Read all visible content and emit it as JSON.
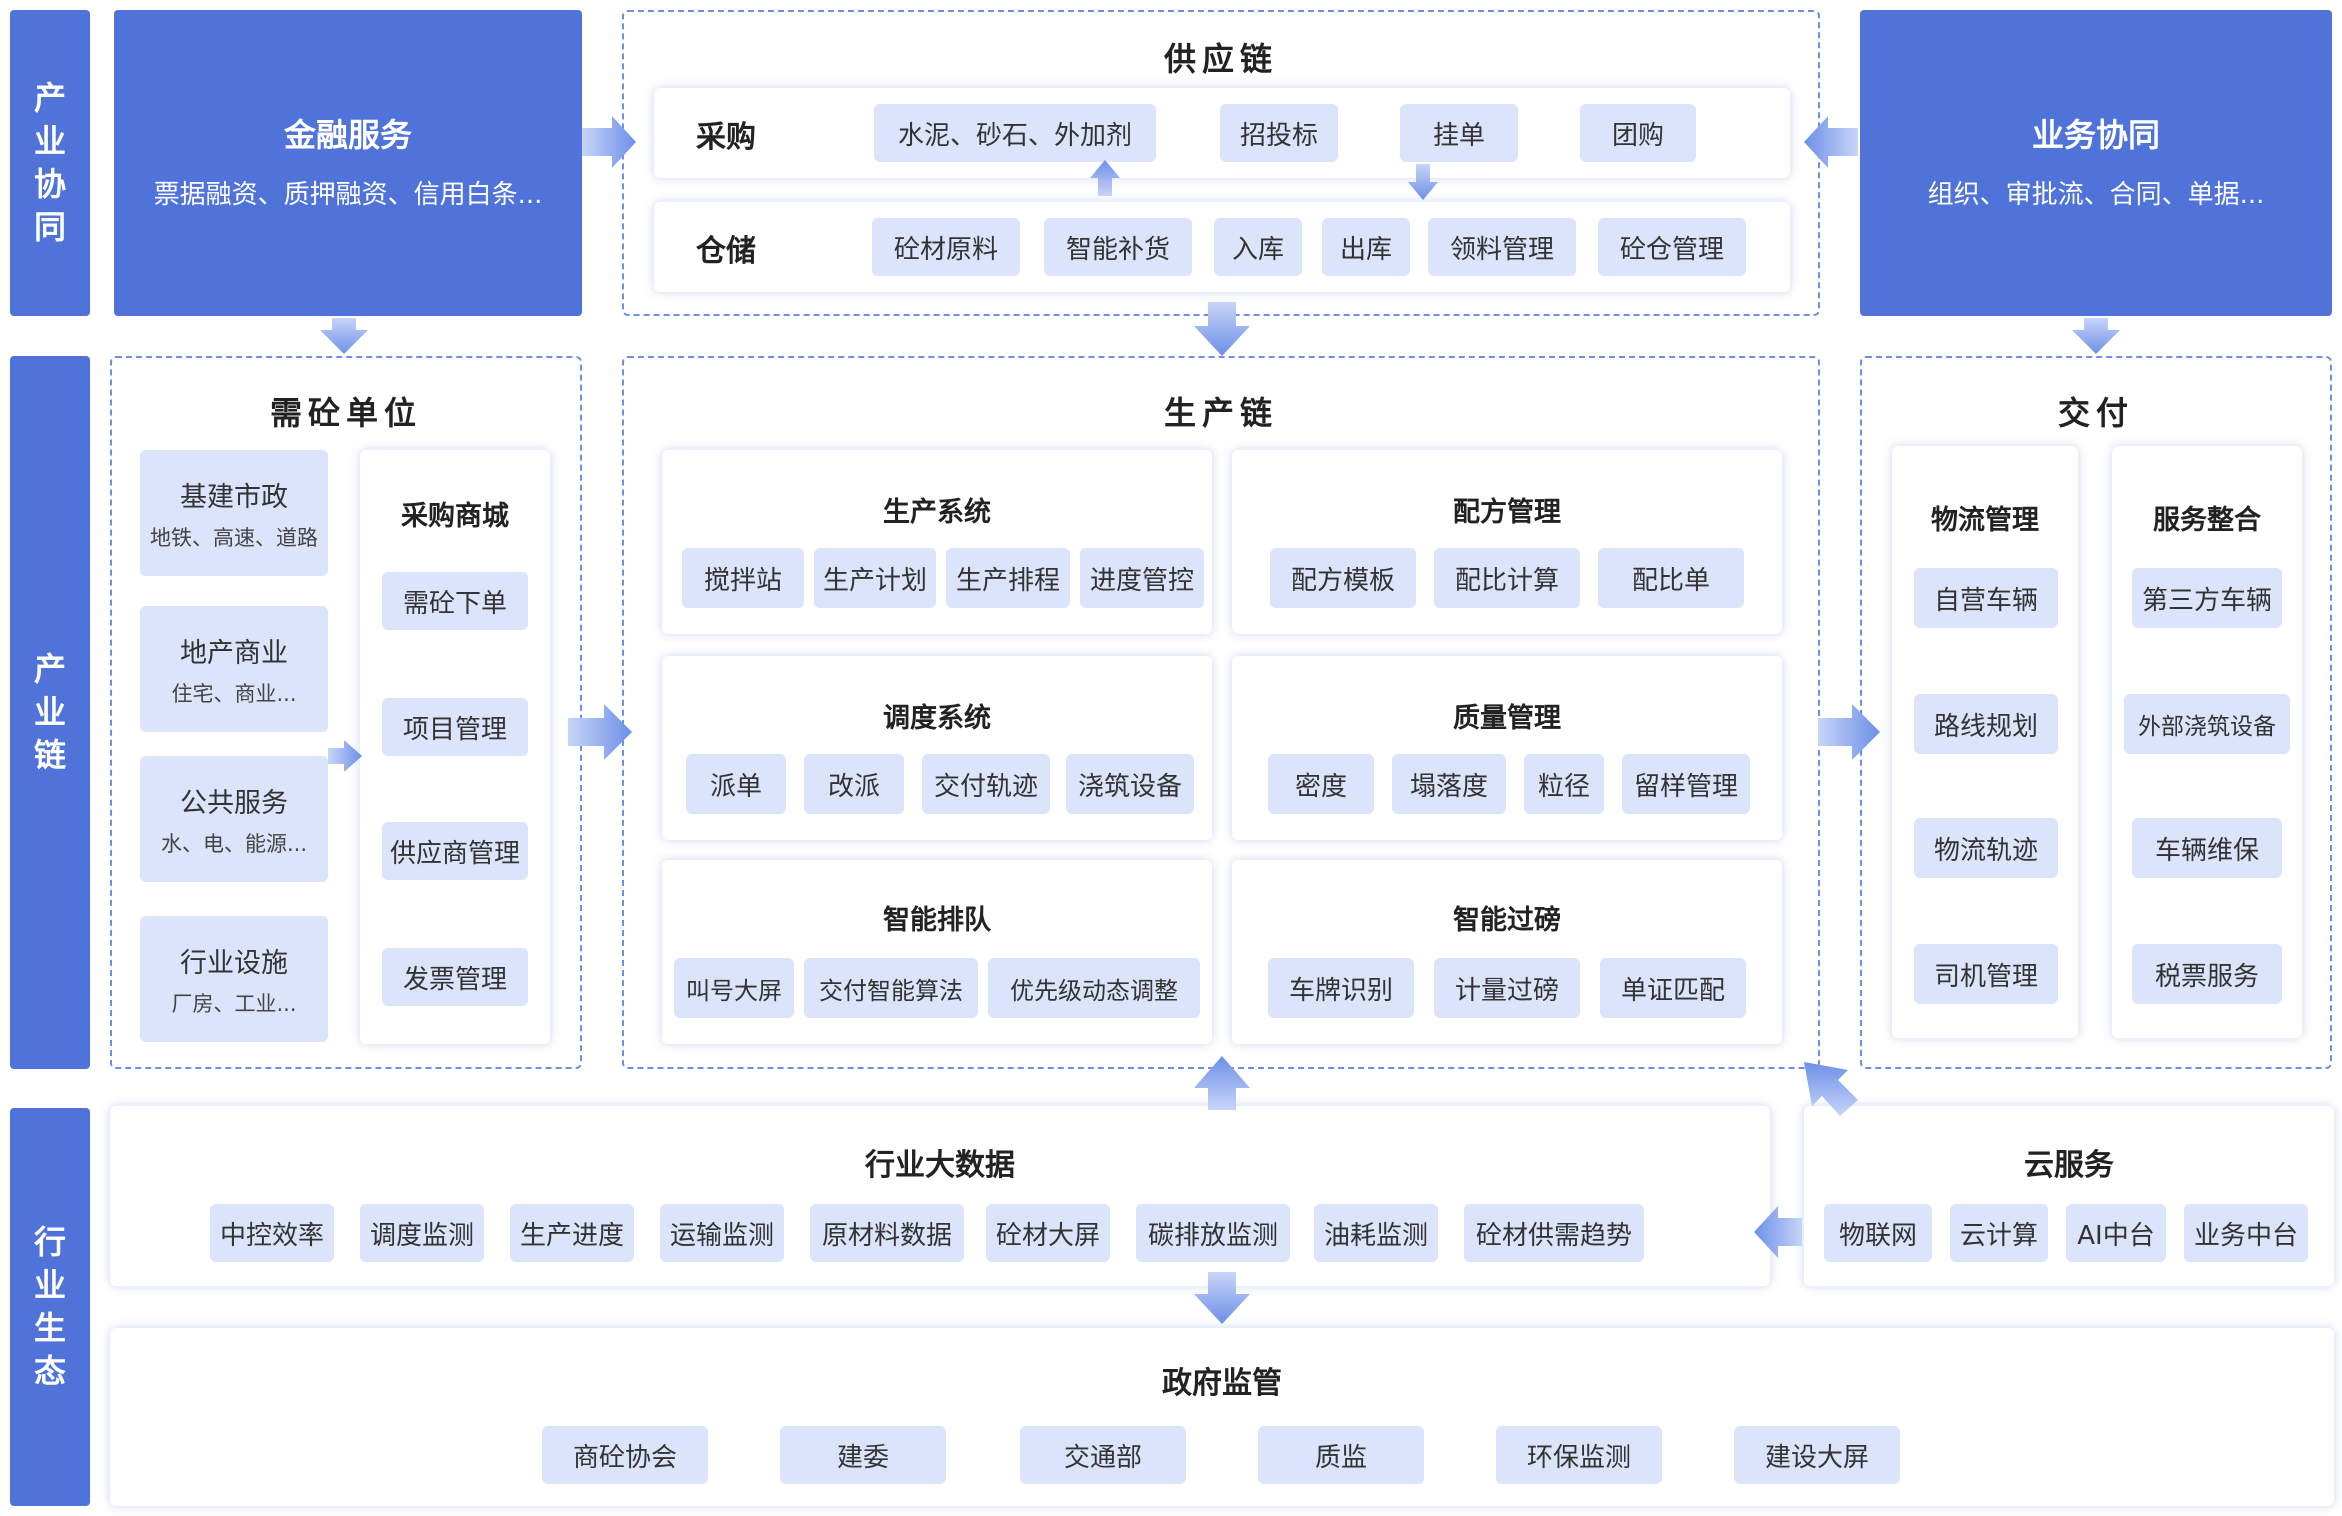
{
  "side_labels": {
    "top": "产业协同",
    "middle": "产业链",
    "bottom": "行业生态"
  },
  "finance": {
    "title": "金融服务",
    "sub": "票据融资、质押融资、信用白条..."
  },
  "business": {
    "title": "业务协同",
    "sub": "组织、审批流、合同、单据..."
  },
  "supply": {
    "title": "供应链",
    "procure": {
      "label": "采购",
      "items": [
        "水泥、砂石、外加剂",
        "招投标",
        "挂单",
        "团购"
      ]
    },
    "storage": {
      "label": "仓储",
      "items": [
        "砼材原料",
        "智能补货",
        "入库",
        "出库",
        "领料管理",
        "砼仓管理"
      ]
    }
  },
  "demand": {
    "title": "需砼单位",
    "units": [
      {
        "main": "基建市政",
        "sub": "地铁、高速、道路"
      },
      {
        "main": "地产商业",
        "sub": "住宅、商业..."
      },
      {
        "main": "公共服务",
        "sub": "水、电、能源..."
      },
      {
        "main": "行业设施",
        "sub": "厂房、工业..."
      }
    ],
    "mall": {
      "title": "采购商城",
      "items": [
        "需砼下单",
        "项目管理",
        "供应商管理",
        "发票管理"
      ]
    }
  },
  "production": {
    "title": "生产链",
    "blocks": [
      {
        "title": "生产系统",
        "items": [
          "搅拌站",
          "生产计划",
          "生产排程",
          "进度管控"
        ]
      },
      {
        "title": "配方管理",
        "items": [
          "配方模板",
          "配比计算",
          "配比单"
        ]
      },
      {
        "title": "调度系统",
        "items": [
          "派单",
          "改派",
          "交付轨迹",
          "浇筑设备"
        ]
      },
      {
        "title": "质量管理",
        "items": [
          "密度",
          "塌落度",
          "粒径",
          "留样管理"
        ]
      },
      {
        "title": "智能排队",
        "items": [
          "叫号大屏",
          "交付智能算法",
          "优先级动态调整"
        ]
      },
      {
        "title": "智能过磅",
        "items": [
          "车牌识别",
          "计量过磅",
          "单证匹配"
        ]
      }
    ]
  },
  "delivery": {
    "title": "交付",
    "logistics": {
      "title": "物流管理",
      "items": [
        "自营车辆",
        "路线规划",
        "物流轨迹",
        "司机管理"
      ]
    },
    "service": {
      "title": "服务整合",
      "items": [
        "第三方车辆",
        "外部浇筑设备",
        "车辆维保",
        "税票服务"
      ]
    }
  },
  "bigdata": {
    "title": "行业大数据",
    "items": [
      "中控效率",
      "调度监测",
      "生产进度",
      "运输监测",
      "原材料数据",
      "砼材大屏",
      "碳排放监测",
      "油耗监测",
      "砼材供需趋势"
    ]
  },
  "cloud": {
    "title": "云服务",
    "items": [
      "物联网",
      "云计算",
      "AI中台",
      "业务中台"
    ]
  },
  "gov": {
    "title": "政府监管",
    "items": [
      "商砼协会",
      "建委",
      "交通部",
      "质监",
      "环保监测",
      "建设大屏"
    ]
  },
  "colors": {
    "primary": "#4f73d9",
    "chip": "#dbe4fb",
    "dash": "#6d8fe8",
    "arrow": "#7f9df0"
  }
}
